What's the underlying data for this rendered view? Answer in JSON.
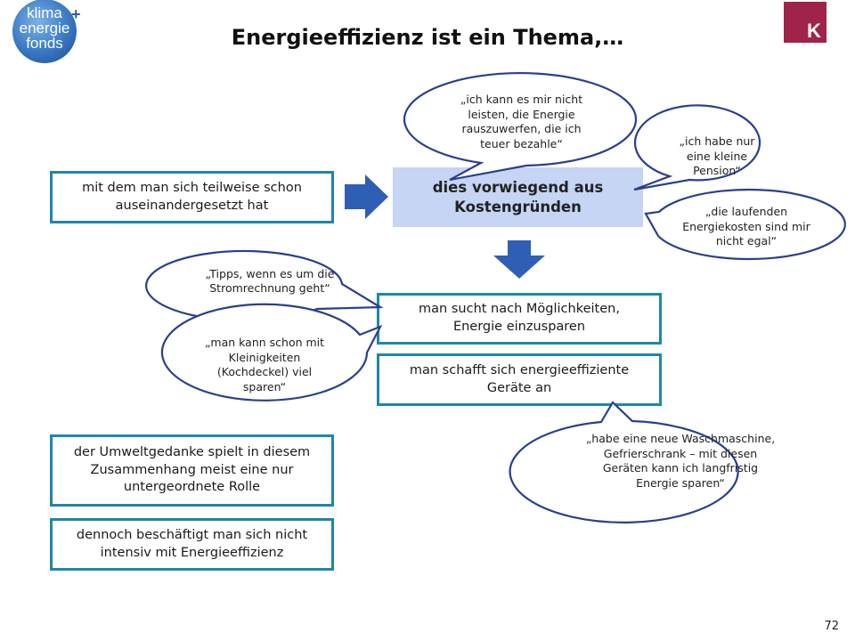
{
  "title": "Energieeffizienz ist ein Thema,…",
  "logo_left": {
    "lines": [
      "klima",
      "energie",
      "fonds"
    ],
    "plus": "+"
  },
  "logo_right": {
    "letter": "K"
  },
  "page_number": "72",
  "central": "dies vorwiegend aus Kostengründen",
  "boxes": {
    "auseinander": "mit dem man sich teilweise schon auseinandergesetzt hat",
    "moeglichkeiten": "man sucht nach Möglichkeiten, Energie einzusparen",
    "geraete": "man schafft sich energieeffiziente Geräte an",
    "umwelt": "der Umweltgedanke spielt in diesem Zusammenhang meist eine nur untergeordnete Rolle",
    "dennoch": "dennoch beschäftigt man sich nicht intensiv mit Energieeffizienz"
  },
  "quotes": {
    "leisten": "„ich kann es mir nicht leisten, die Energie rauszuwerfen, die ich teuer bezahle“",
    "pension": "„ich habe nur eine kleine Pension“",
    "laufenden": "„die laufenden Energiekosten sind mir nicht egal“",
    "tipps": "„Tipps, wenn es um die Stromrechnung geht“",
    "kleinigkeiten": "„man kann schon mit Kleinigkeiten (Kochdeckel) viel sparen“",
    "waschmaschine": "„habe eine neue Waschmaschine, Gefrierschrank – mit diesen Geräten kann ich langfristig Energie sparen“"
  },
  "colors": {
    "box_border": "#1e87a8",
    "central_fill": "#c5d5f3",
    "arrow": "#2f5fb5",
    "bubble_stroke": "#2a3f8f",
    "logo_right": "#a0234a"
  }
}
